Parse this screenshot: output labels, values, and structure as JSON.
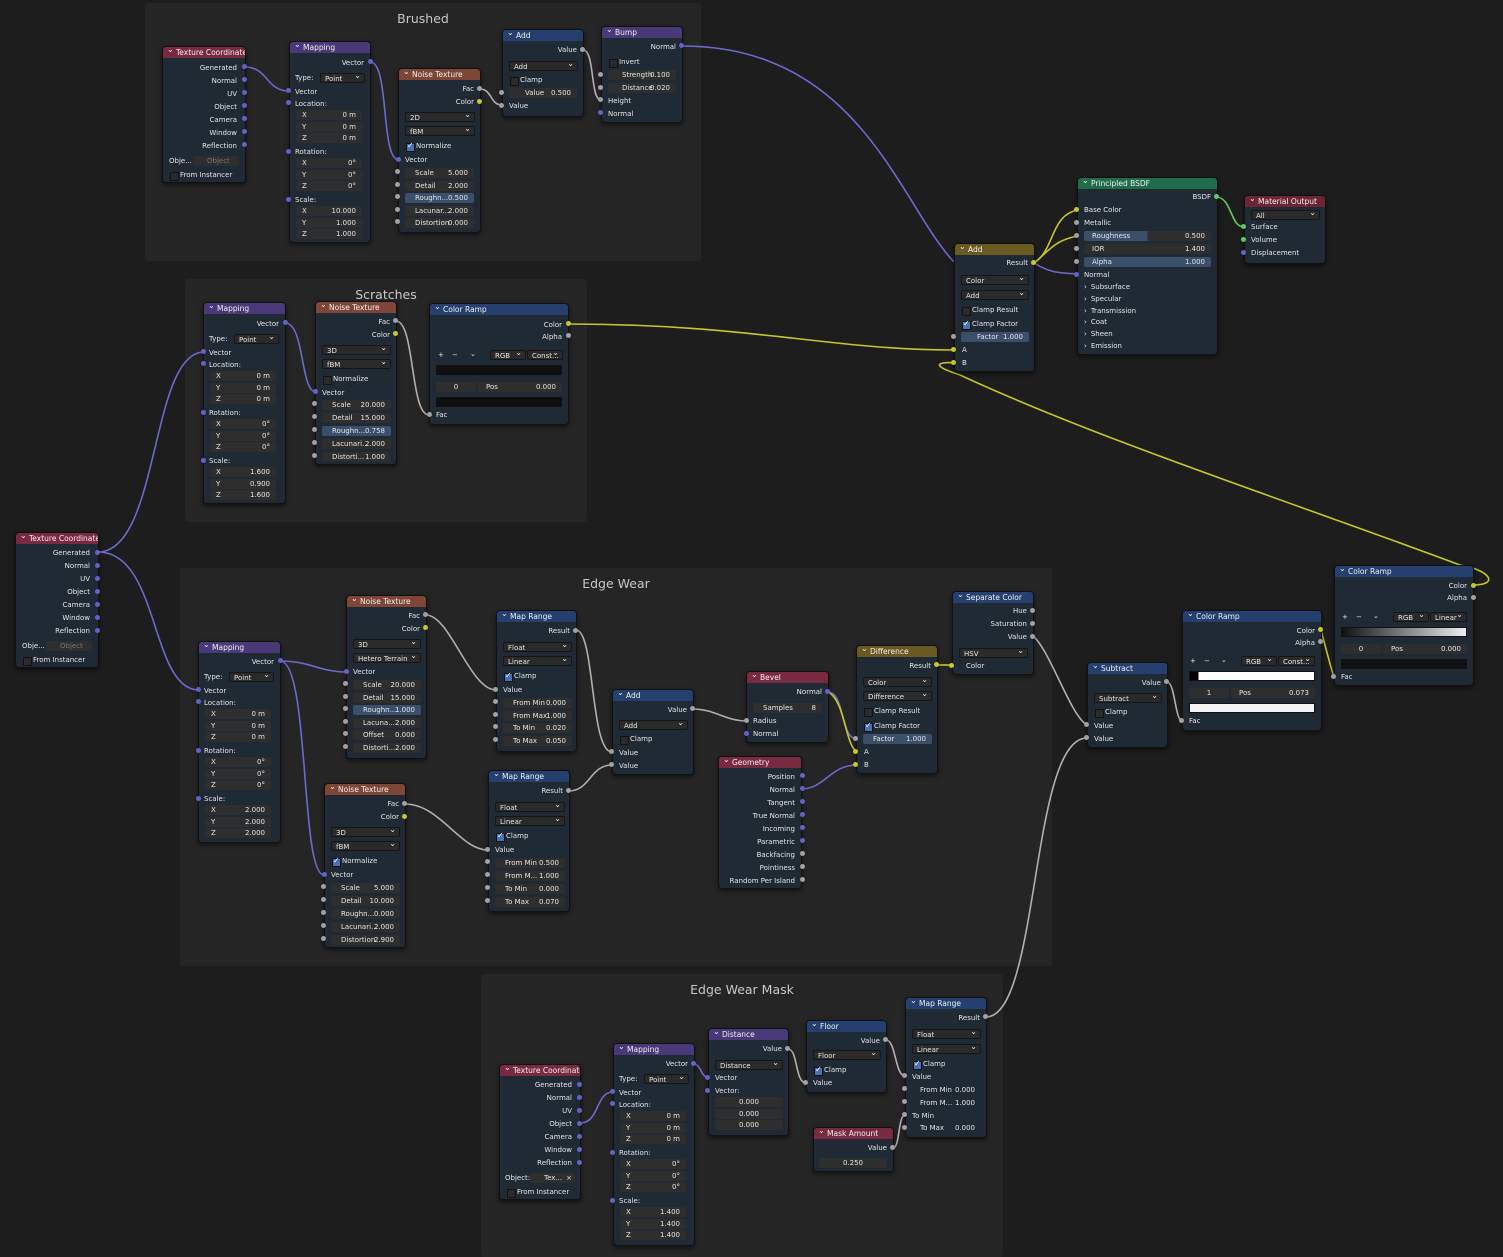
{
  "frames": {
    "brushed": "Brushed",
    "scratches": "Scratches",
    "edge_wear": "Edge Wear",
    "edge_wear_mask": "Edge Wear Mask"
  },
  "common": {
    "generated": "Generated",
    "normal": "Normal",
    "uv": "UV",
    "object": "Object",
    "camera": "Camera",
    "window": "Window",
    "reflection": "Reflection",
    "from_instancer": "From Instancer",
    "vector": "Vector",
    "type": "Type:",
    "point": "Point",
    "location": "Location:",
    "rotation": "Rotation:",
    "scale": "Scale:",
    "x": "X",
    "y": "Y",
    "z": "Z",
    "fac": "Fac",
    "color": "Color",
    "alpha": "Alpha",
    "value": "Value",
    "result": "Result",
    "clamp": "Clamp",
    "normalize": "Normalize",
    "fbm": "fBM",
    "float": "Float",
    "linear": "Linear",
    "rgb": "RGB",
    "constant": "Const...",
    "pos": "Pos",
    "zero_m": "0 m",
    "zero_deg": "0°",
    "obje": "Obje...",
    "object_ph": "Object"
  },
  "colors": {
    "vector_socket": "#6363c7",
    "color_socket": "#c7c729",
    "float_socket": "#a1a1a1",
    "shader_socket": "#63c763"
  },
  "brushed": {
    "texcoord_title": "Texture Coordinate",
    "mapping_title": "Mapping",
    "mapping_scale": [
      "10.000",
      "1.000",
      "1.000"
    ],
    "noise_title": "Noise Texture",
    "noise_dim": "2D",
    "noise_fields": [
      [
        "Scale",
        "5.000"
      ],
      [
        "Detail",
        "2.000"
      ],
      [
        "Roughn...",
        "0.500"
      ],
      [
        "Lacunar...",
        "2.000"
      ],
      [
        "Distortion",
        "0.000"
      ]
    ],
    "add_title": "Add",
    "add_op": "Add",
    "add_value": "0.500",
    "bump_title": "Bump",
    "bump_invert": "Invert",
    "bump_strength": [
      "Strength",
      "0.100"
    ],
    "bump_distance": [
      "Distance",
      "0.020"
    ],
    "bump_height": "Height"
  },
  "scratches": {
    "mapping_title": "Mapping",
    "mapping_scale": [
      "1.600",
      "0.900",
      "1.600"
    ],
    "noise_title": "Noise Texture",
    "noise_dim": "3D",
    "noise_fields": [
      [
        "Scale",
        "20.000"
      ],
      [
        "Detail",
        "15.000"
      ],
      [
        "Roughn...",
        "0.758"
      ],
      [
        "Lacunari...",
        "2.000"
      ],
      [
        "Distorti...",
        "1.000"
      ]
    ],
    "ramp_title": "Color Ramp",
    "ramp_index": "0",
    "ramp_pos": "0.000"
  },
  "edge": {
    "texcoord_title": "Texture Coordinate",
    "mapping_title": "Mapping",
    "mapping_scale": [
      "2.000",
      "2.000",
      "2.000"
    ],
    "noise1_title": "Noise Texture",
    "noise1_type": "Hetero Terrain",
    "noise1_fields": [
      [
        "Scale",
        "20.000"
      ],
      [
        "Detail",
        "15.000"
      ],
      [
        "Roughn...",
        "1.000"
      ],
      [
        "Lacuna...",
        "2.000"
      ],
      [
        "Offset",
        "0.000"
      ],
      [
        "Distorti...",
        "2.000"
      ]
    ],
    "noise2_title": "Noise Texture",
    "noise2_fields": [
      [
        "Scale",
        "5.000"
      ],
      [
        "Detail",
        "10.000"
      ],
      [
        "Roughn...",
        "0.000"
      ],
      [
        "Lacunari...",
        "2.000"
      ],
      [
        "Distortion",
        "2.900"
      ]
    ],
    "maprange1_title": "Map Range",
    "maprange1_fields": [
      [
        "From Min",
        "0.000"
      ],
      [
        "From Max",
        "1.000"
      ],
      [
        "To Min",
        "0.020"
      ],
      [
        "To Max",
        "0.050"
      ]
    ],
    "maprange2_title": "Map Range",
    "maprange2_fields": [
      [
        "From Min",
        "0.500"
      ],
      [
        "From M...",
        "1.000"
      ],
      [
        "To Min",
        "0.000"
      ],
      [
        "To Max",
        "0.070"
      ]
    ],
    "add_title": "Add",
    "add_op": "Add",
    "bevel_title": "Bevel",
    "bevel_samples": [
      "Samples",
      "8"
    ],
    "bevel_radius": "Radius",
    "geometry_title": "Geometry",
    "geometry_outputs": [
      "Position",
      "Normal",
      "Tangent",
      "True Normal",
      "Incoming",
      "Parametric",
      "Backfacing",
      "Pointiness",
      "Random Per Island"
    ],
    "diff_title": "Difference",
    "diff_mode": "Color",
    "diff_op": "Difference",
    "clamp_result": "Clamp Result",
    "clamp_factor": "Clamp Factor",
    "diff_factor": [
      "Factor",
      "1.000"
    ],
    "a": "A",
    "b": "B",
    "sep_title": "Separate Color",
    "sep_mode": "HSV",
    "sep_outputs": [
      "Hue",
      "Saturation",
      "Value"
    ],
    "sub_title": "Subtract",
    "sub_op": "Subtract",
    "ramp2_title": "Color Ramp",
    "ramp2_index": "1",
    "ramp2_pos": "0.073",
    "ramp3_title": "Color Ramp",
    "ramp3_interp": "Linear",
    "ramp3_index": "0",
    "ramp3_pos": "0.000"
  },
  "top_right": {
    "add_title": "Add",
    "add_mode": "Color",
    "add_op": "Add",
    "clamp_result": "Clamp Result",
    "clamp_factor": "Clamp Factor",
    "factor": [
      "Factor",
      "1.000"
    ],
    "a": "A",
    "b": "B",
    "bsdf_title": "Principled BSDF",
    "bsdf_out": "BSDF",
    "bsdf_inputs": [
      "Base Color",
      "Metallic"
    ],
    "bsdf_fields": [
      [
        "Roughness",
        "0.500"
      ],
      [
        "IOR",
        "1.400"
      ],
      [
        "Alpha",
        "1.000"
      ]
    ],
    "bsdf_normal": "Normal",
    "bsdf_panels": [
      "Subsurface",
      "Specular",
      "Transmission",
      "Coat",
      "Sheen",
      "Emission"
    ],
    "out_title": "Material Output",
    "out_target": "All",
    "out_inputs": [
      "Surface",
      "Volume",
      "Displacement"
    ]
  },
  "mask": {
    "texcoord_title": "Texture Coordinate",
    "texcoord_object": [
      "Object:",
      "Tex..."
    ],
    "mapping_title": "Mapping",
    "mapping_scale": [
      "1.400",
      "1.400",
      "1.400"
    ],
    "distance_title": "Distance",
    "distance_op": "Distance",
    "distance_vec_label": "Vector:",
    "distance_vec": [
      "0.000",
      "0.000",
      "0.000"
    ],
    "floor_title": "Floor",
    "floor_op": "Floor",
    "amount_title": "Mask Amount",
    "amount_value": "0.250",
    "maprange_title": "Map Range",
    "maprange_fields": [
      [
        "From Min",
        "0.000"
      ],
      [
        "From M...",
        "1.000"
      ]
    ],
    "maprange_tomin": "To Min",
    "maprange_tomax": [
      "To Max",
      "0.000"
    ]
  }
}
